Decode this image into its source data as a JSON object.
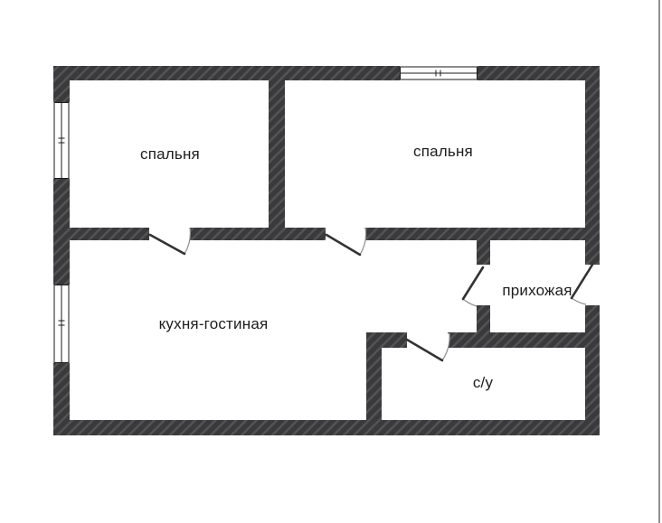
{
  "rooms": {
    "bedroom_left": {
      "label": "спальня"
    },
    "bedroom_right": {
      "label": "спальня"
    },
    "kitchen_living": {
      "label": "кухня-гостиная"
    },
    "hallway": {
      "label": "прихожая"
    },
    "bathroom": {
      "label": "с/у"
    }
  },
  "colors": {
    "background": "#ffffff",
    "wall": "#3a3a3c",
    "wall_hatch": "#ffffff22",
    "door_line": "#333333",
    "arc_line": "#8c8c8c",
    "window_line": "#1a1a1a",
    "label_text": "#1d1d1f",
    "edge_line": "#6e6e6e"
  }
}
